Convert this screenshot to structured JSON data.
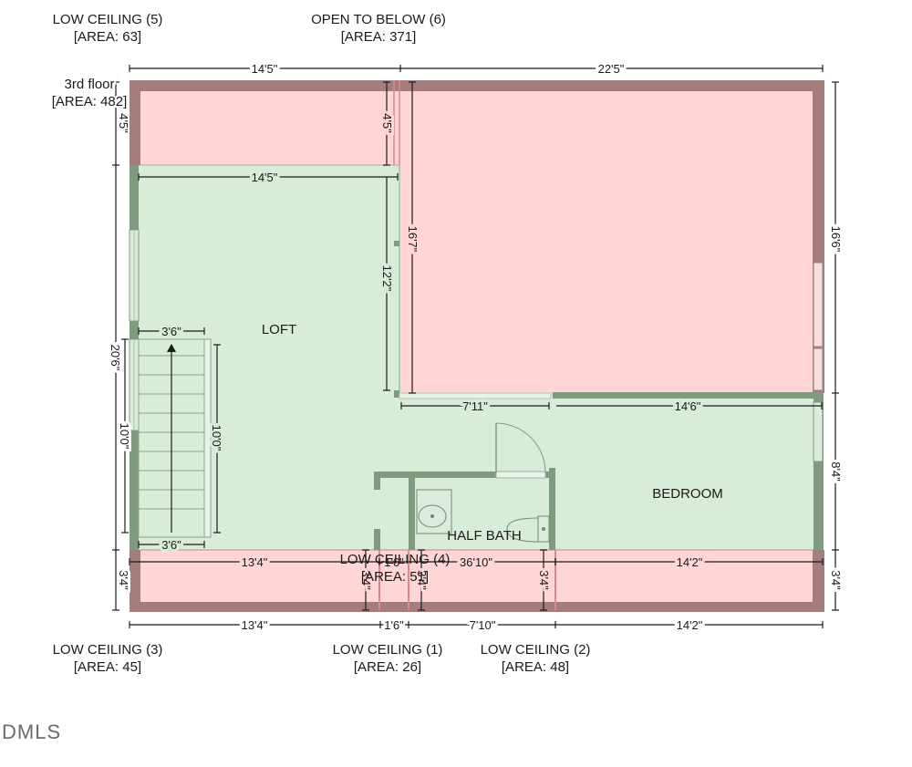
{
  "area_labels": {
    "low_ceiling_5": {
      "name": "LOW CEILING (5)",
      "area": "[AREA: 63]"
    },
    "open_to_below_6": {
      "name": "OPEN TO BELOW (6)",
      "area": "[AREA: 371]"
    },
    "floor": {
      "name": "3rd floor",
      "area": "[AREA: 482]"
    },
    "low_ceiling_4": {
      "name": "LOW CEILING (4)",
      "area": "[AREA: 51]"
    },
    "low_ceiling_3": {
      "name": "LOW CEILING (3)",
      "area": "[AREA: 45]"
    },
    "low_ceiling_1": {
      "name": "LOW CEILING (1)",
      "area": "[AREA: 26]"
    },
    "low_ceiling_2": {
      "name": "LOW CEILING (2)",
      "area": "[AREA: 48]"
    }
  },
  "rooms": {
    "loft": "LOFT",
    "bedroom": "BEDROOM",
    "half_bath": "HALF BATH"
  },
  "dimensions": {
    "top_left": "14'5\"",
    "top_right": "22'5\"",
    "left_top": "4'5\"",
    "left_main": "20'6\"",
    "left_bottom": "3'4\"",
    "right_top": "16'6\"",
    "right_mid": "8'4\"",
    "right_bottom": "3'4\"",
    "loft_width": "14'5\"",
    "inner_4_5": "4'5\"",
    "inner_16_7": "16'7\"",
    "inner_12_2": "12'2\"",
    "stair_top": "3'6\"",
    "stair_bottom": "3'6\"",
    "stair_len": "10'0\"",
    "left_stair": "10'0\"",
    "hall_7_11": "7'11\"",
    "bed_14_6": "14'6\"",
    "mid_13_4": "13'4\"",
    "mid_36_10": "36'10\"",
    "mid_14_2": "14'2\"",
    "low_1_6": "1'6\"",
    "low_3_4_a": "3'4\"",
    "low_3_4_b": "3'4\"",
    "low_3_4_c": "3'4\"",
    "bot_13_4": "13'4\"",
    "bot_1_6": "1'6\"",
    "bot_7_10": "7'10\"",
    "bot_14_2": "14'2\""
  },
  "watermark": "DMLS",
  "colors": {
    "low_ceiling": "#ffd5d5",
    "living": "#d8ecd8",
    "wall": "#a57d7d",
    "inner_wall": "#7f9a7f"
  }
}
